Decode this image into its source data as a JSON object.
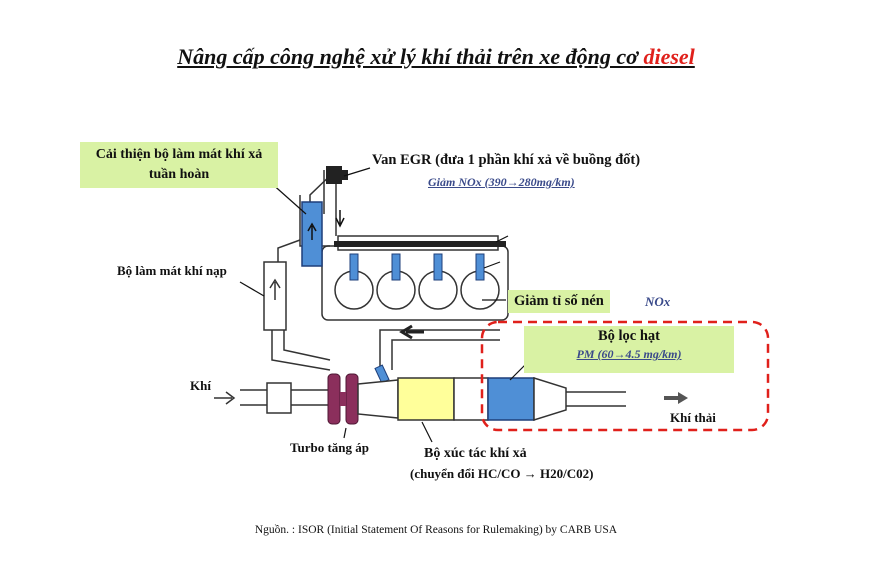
{
  "title": {
    "main": "Nâng cấp công nghệ xử lý khí thải trên xe động cơ ",
    "highlight": "diesel"
  },
  "labels": {
    "egr_cooler": "Cải thiện bộ làm mát khí xả tuần hoàn",
    "egr_valve": "Van EGR (đưa 1 phần khí xả về buồng đốt)",
    "egr_nox": "Giảm NOx (390→280mg/km)",
    "intercooler": "Bộ làm mát khí nạp",
    "compression": "Giảm tỉ số nén",
    "nox": "NOx",
    "dpf": "Bộ lọc hạt",
    "dpf_pm": "PM  (60→4.5 mg/km)",
    "intake": "Khí",
    "exhaust": "Khí thải",
    "turbo": "Turbo tăng áp",
    "catalyst": "Bộ xúc tác khí xả",
    "catalyst_note": "(chuyển đổi HC/CO → H20/C02)"
  },
  "source": "Nguồn. : ISOR (Initial Statement Of Reasons for Rulemaking) by CARB USA",
  "colors": {
    "highlight": "#e0201b",
    "green_box": "#d9f2a4",
    "blue_part": "#4f8fd6",
    "turbo": "#8b2f5c",
    "catalyst": "#ffff9a",
    "dashed_frame": "#e0201b"
  }
}
